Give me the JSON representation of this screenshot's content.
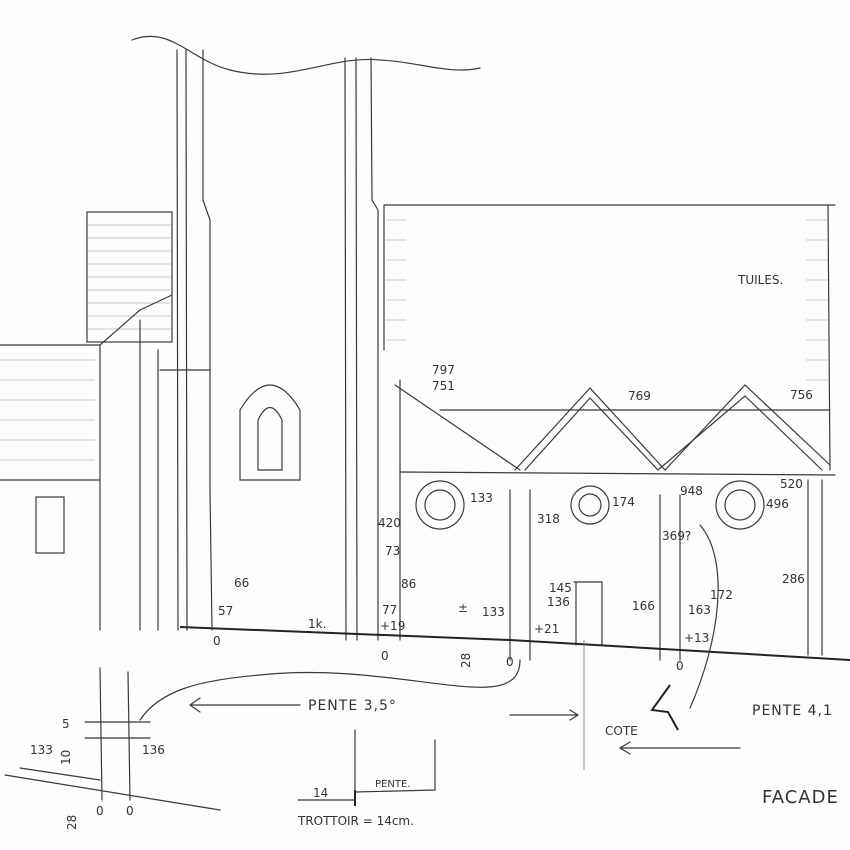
{
  "sheet": {
    "roof_label": "TUILES.",
    "elevations": {
      "e797": "797",
      "e751": "751",
      "e769": "769",
      "e756": "756",
      "e133_oculus": "133",
      "e174": "174",
      "e948": "948",
      "e520": "520",
      "e496": "496",
      "e318": "318",
      "e420": "420",
      "e369": "369?",
      "e73": "73",
      "e286": "286",
      "e66": "66",
      "e57": "57",
      "e86": "86",
      "e77": "77",
      "e19": "+19",
      "e1k": "1k.",
      "e145": "145",
      "e136": "136",
      "e133": "133",
      "e166": "166",
      "e163": "163",
      "e172": "172",
      "e21": "+21",
      "e13": "+13",
      "e28": "28",
      "zero": "0",
      "pm": "±"
    },
    "slope_left": "PENTE 3,5°",
    "slope_right": "PENTE 4,1",
    "cote_label": "COTE",
    "detail": {
      "left_133": "133",
      "right_136": "136",
      "small_5": "5",
      "small_10": "10",
      "bottom_28": "28"
    },
    "sidewalk": {
      "height": "14",
      "slope": "PENTE.",
      "note": "TROTTOIR = 14cm."
    },
    "facade_label": "FACADE"
  }
}
